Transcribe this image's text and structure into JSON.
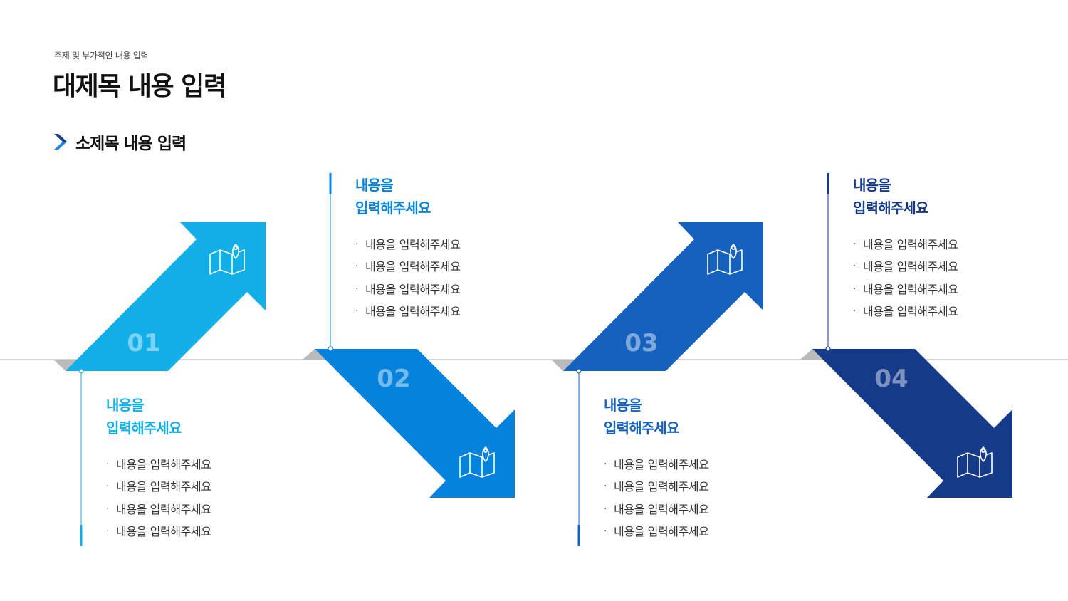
{
  "header": {
    "supertitle": "주제 및 부가적인 내용 입력",
    "title": "대제목 내용 입력",
    "subtitle": "소제목 내용 입력",
    "subtitle_icon": "chevron-right-icon"
  },
  "colors": {
    "step1": "#11AEE8",
    "step2": "#0582DC",
    "step3": "#1562BE",
    "step4": "#163A8A",
    "timeline": "#C8C8C8",
    "fold": "#BBBBBB",
    "number_text": "rgba(255,255,255,0.45)"
  },
  "steps": [
    {
      "number": "01",
      "direction": "up",
      "icon": "map-pin-icon",
      "title_line1": "내용을",
      "title_line2": "입력해주세요",
      "bullets": [
        "내용을 입력해주세요",
        "내용을 입력해주세요",
        "내용을 입력해주세요",
        "내용을 입력해주세요"
      ]
    },
    {
      "number": "02",
      "direction": "down",
      "icon": "map-pin-icon",
      "title_line1": "내용을",
      "title_line2": "입력해주세요",
      "bullets": [
        "내용을 입력해주세요",
        "내용을 입력해주세요",
        "내용을 입력해주세요",
        "내용을 입력해주세요"
      ]
    },
    {
      "number": "03",
      "direction": "up",
      "icon": "map-pin-icon",
      "title_line1": "내용을",
      "title_line2": "입력해주세요",
      "bullets": [
        "내용을 입력해주세요",
        "내용을 입력해주세요",
        "내용을 입력해주세요",
        "내용을 입력해주세요"
      ]
    },
    {
      "number": "04",
      "direction": "down",
      "icon": "map-pin-icon",
      "title_line1": "내용을",
      "title_line2": "입력해주세요",
      "bullets": [
        "내용을 입력해주세요",
        "내용을 입력해주세요",
        "내용을 입력해주세요",
        "내용을 입력해주세요"
      ]
    }
  ]
}
